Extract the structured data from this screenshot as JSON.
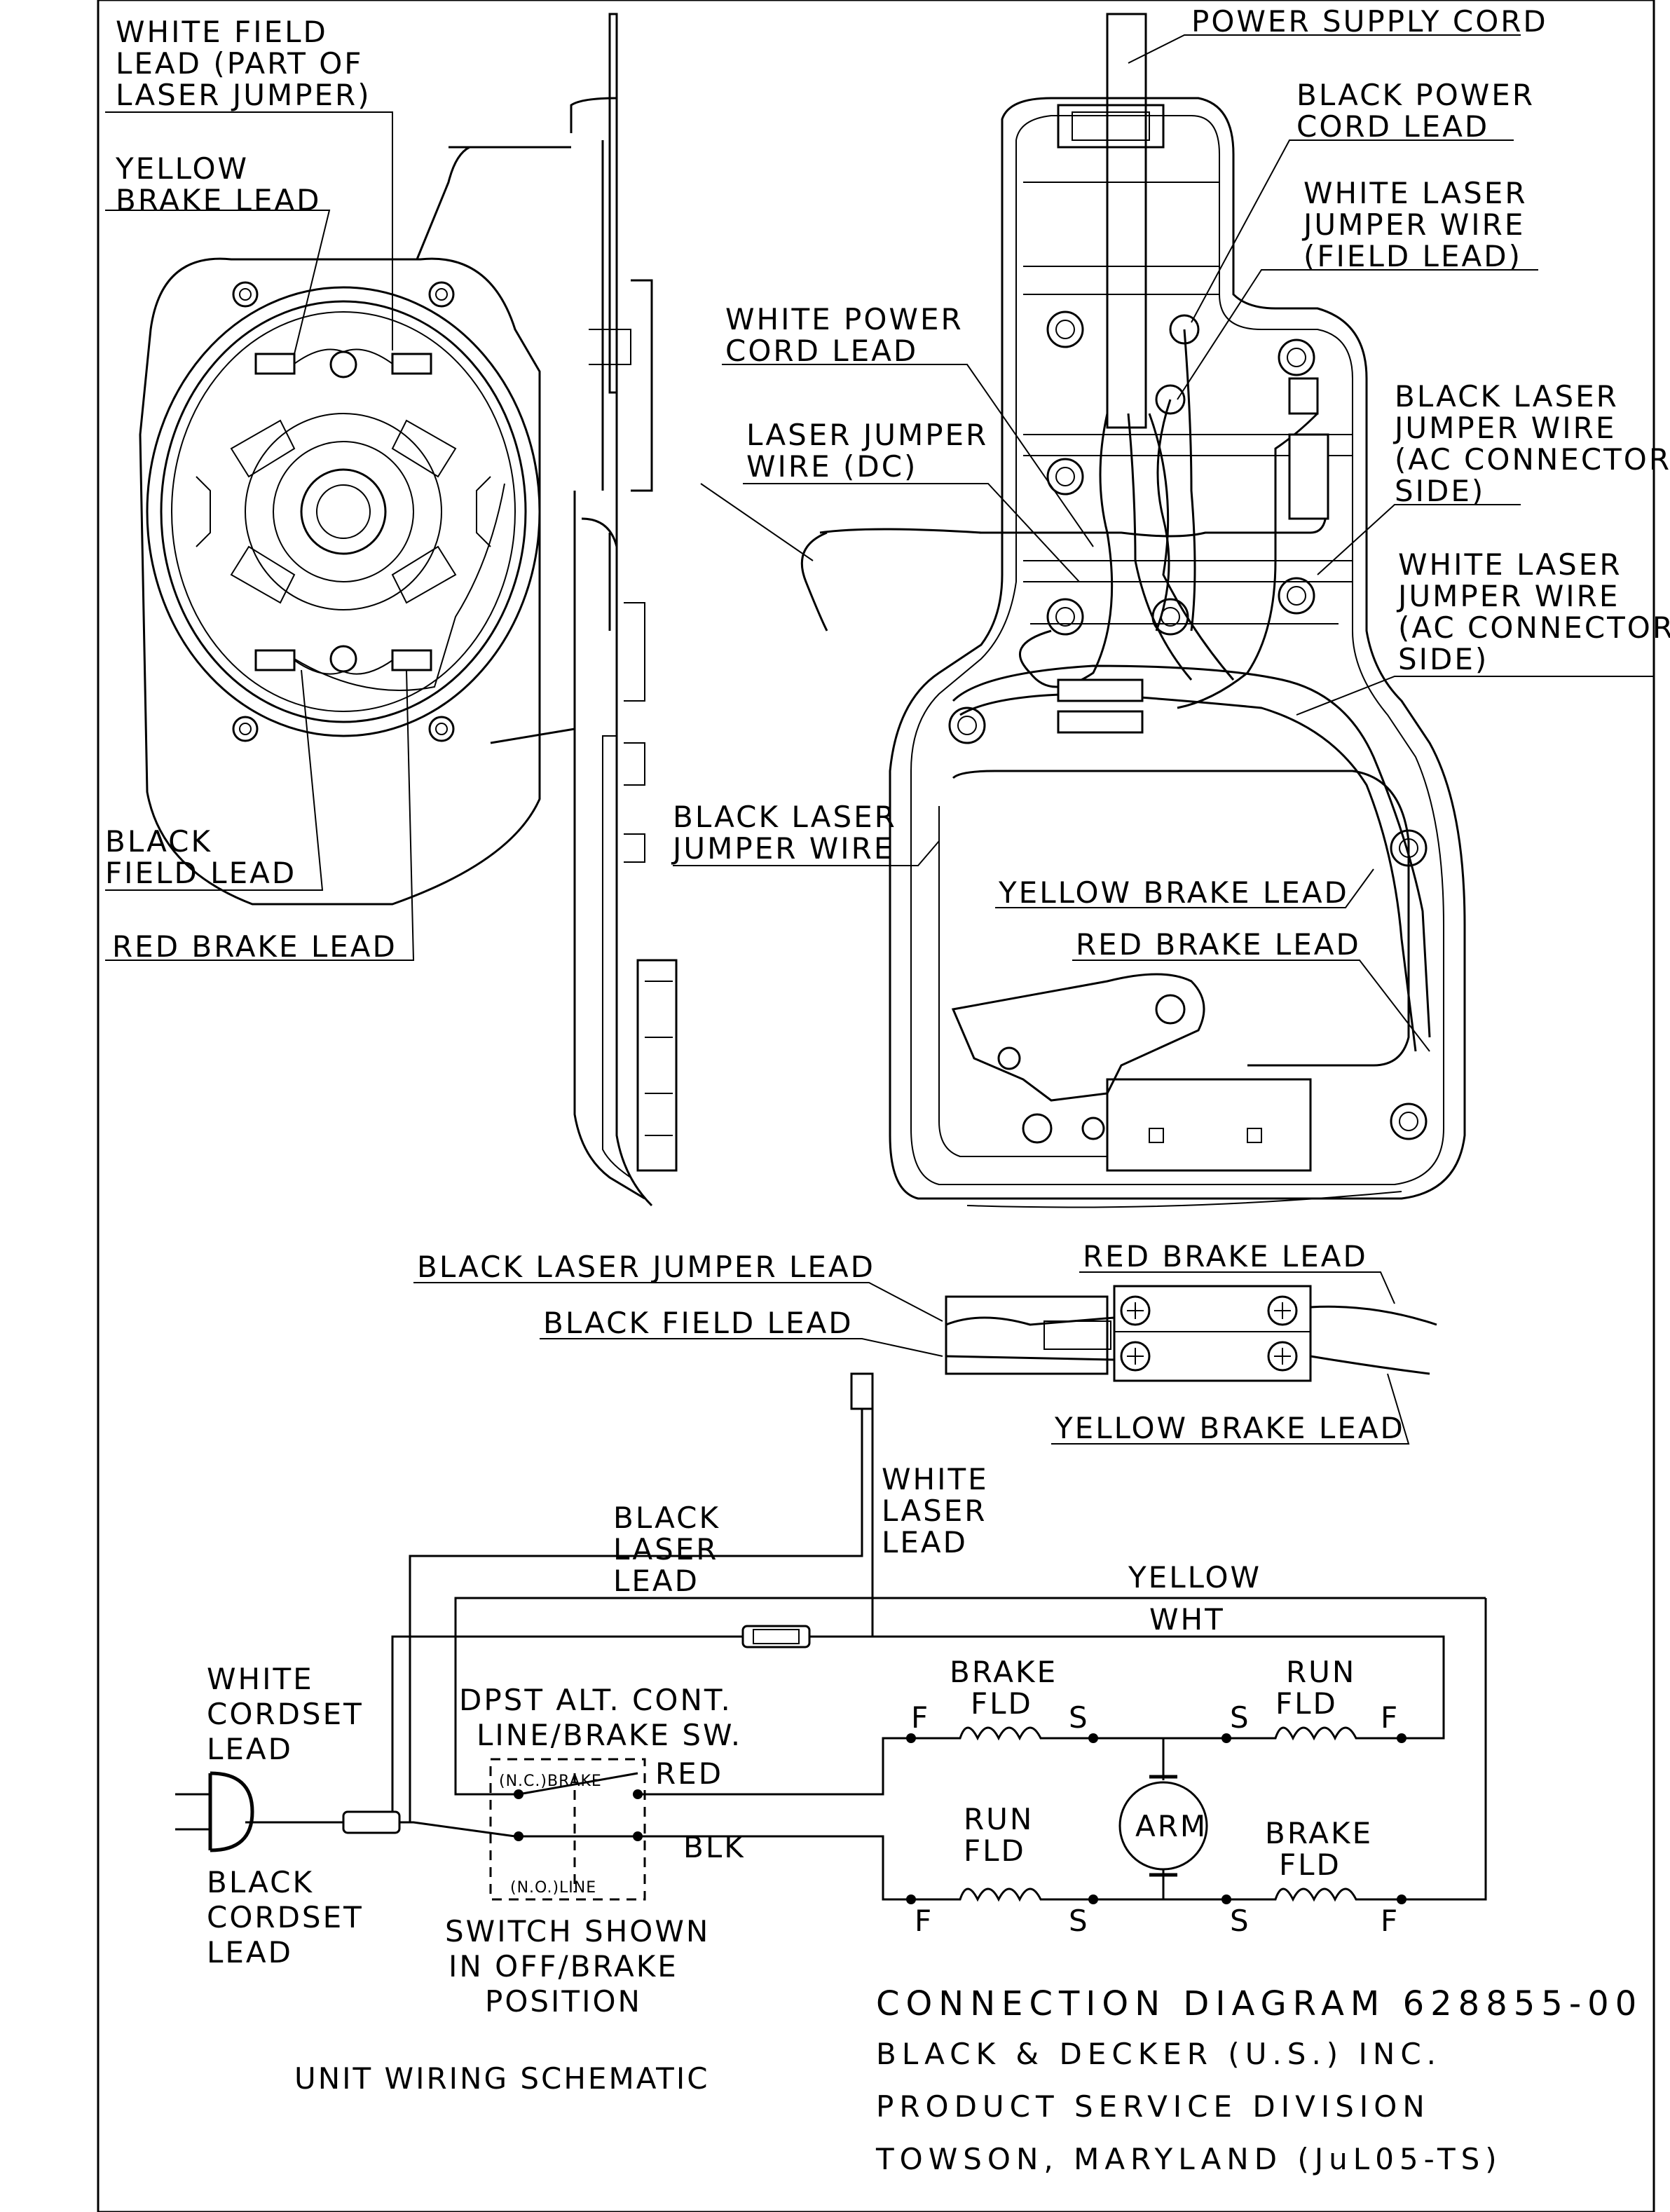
{
  "labels": {
    "white_field_lead": [
      "WHITE FIELD",
      "LEAD (PART OF",
      "LASER JUMPER)"
    ],
    "yellow_brake_lead_left": [
      "YELLOW",
      "BRAKE LEAD"
    ],
    "black_field_lead_left": [
      "BLACK",
      "FIELD LEAD"
    ],
    "red_brake_lead_left": "RED BRAKE LEAD",
    "power_supply_cord": "POWER SUPPLY CORD",
    "black_power_cord_lead": [
      "BLACK POWER",
      "CORD LEAD"
    ],
    "white_laser_jumper_field": [
      "WHITE LASER",
      "JUMPER WIRE",
      "(FIELD LEAD)"
    ],
    "white_power_cord_lead": [
      "WHITE POWER",
      "CORD LEAD"
    ],
    "laser_jumper_wire_dc": [
      "LASER JUMPER",
      "WIRE (DC)"
    ],
    "black_laser_jumper_ac": [
      "BLACK LASER",
      "JUMPER WIRE",
      "(AC CONNECTOR",
      "SIDE)"
    ],
    "white_laser_jumper_ac": [
      "WHITE LASER",
      "JUMPER WIRE",
      "(AC CONNECTOR",
      "SIDE)"
    ],
    "black_laser_jumper_wire": [
      "BLACK LASER",
      "JUMPER WIRE"
    ],
    "yellow_brake_lead_mid": "YELLOW BRAKE LEAD",
    "red_brake_lead_mid": "RED BRAKE LEAD",
    "black_laser_jumper_lead": "BLACK LASER JUMPER LEAD",
    "black_field_lead_mid": "BLACK FIELD LEAD",
    "red_brake_lead_sw": "RED BRAKE LEAD",
    "yellow_brake_lead_sw": "YELLOW BRAKE LEAD"
  },
  "schematic": {
    "white_laser_lead": [
      "WHITE",
      "LASER",
      "LEAD"
    ],
    "black_laser_lead": [
      "BLACK",
      "LASER",
      "LEAD"
    ],
    "yellow": "YELLOW",
    "wht": "WHT",
    "white_cordset_lead": [
      "WHITE",
      "CORDSET",
      "LEAD"
    ],
    "black_cordset_lead": [
      "BLACK",
      "CORDSET",
      "LEAD"
    ],
    "switch_desc": [
      "DPST ALT. CONT.",
      "LINE/BRAKE SW."
    ],
    "nc_brake": "(N.C.)BRAKE",
    "no_line": "(N.O.)LINE",
    "red": "RED",
    "blk": "BLK",
    "switch_note": [
      "SWITCH SHOWN",
      "IN OFF/BRAKE",
      "POSITION"
    ],
    "brake_fld_top": [
      "BRAKE",
      "FLD"
    ],
    "run_fld_top": [
      "RUN",
      "FLD"
    ],
    "run_fld_bottom": [
      "RUN",
      "FLD"
    ],
    "brake_fld_bottom": [
      "BRAKE",
      "FLD"
    ],
    "arm": "ARM",
    "terminal_f": "F",
    "terminal_s": "S",
    "unit_wiring_schematic": "UNIT WIRING SCHEMATIC"
  },
  "title_block": {
    "title": "CONNECTION DIAGRAM 628855-00",
    "company": "BLACK & DECKER (U.S.) INC.",
    "division": "PRODUCT SERVICE DIVISION",
    "location": "TOWSON, MARYLAND (JuL05-TS)"
  }
}
